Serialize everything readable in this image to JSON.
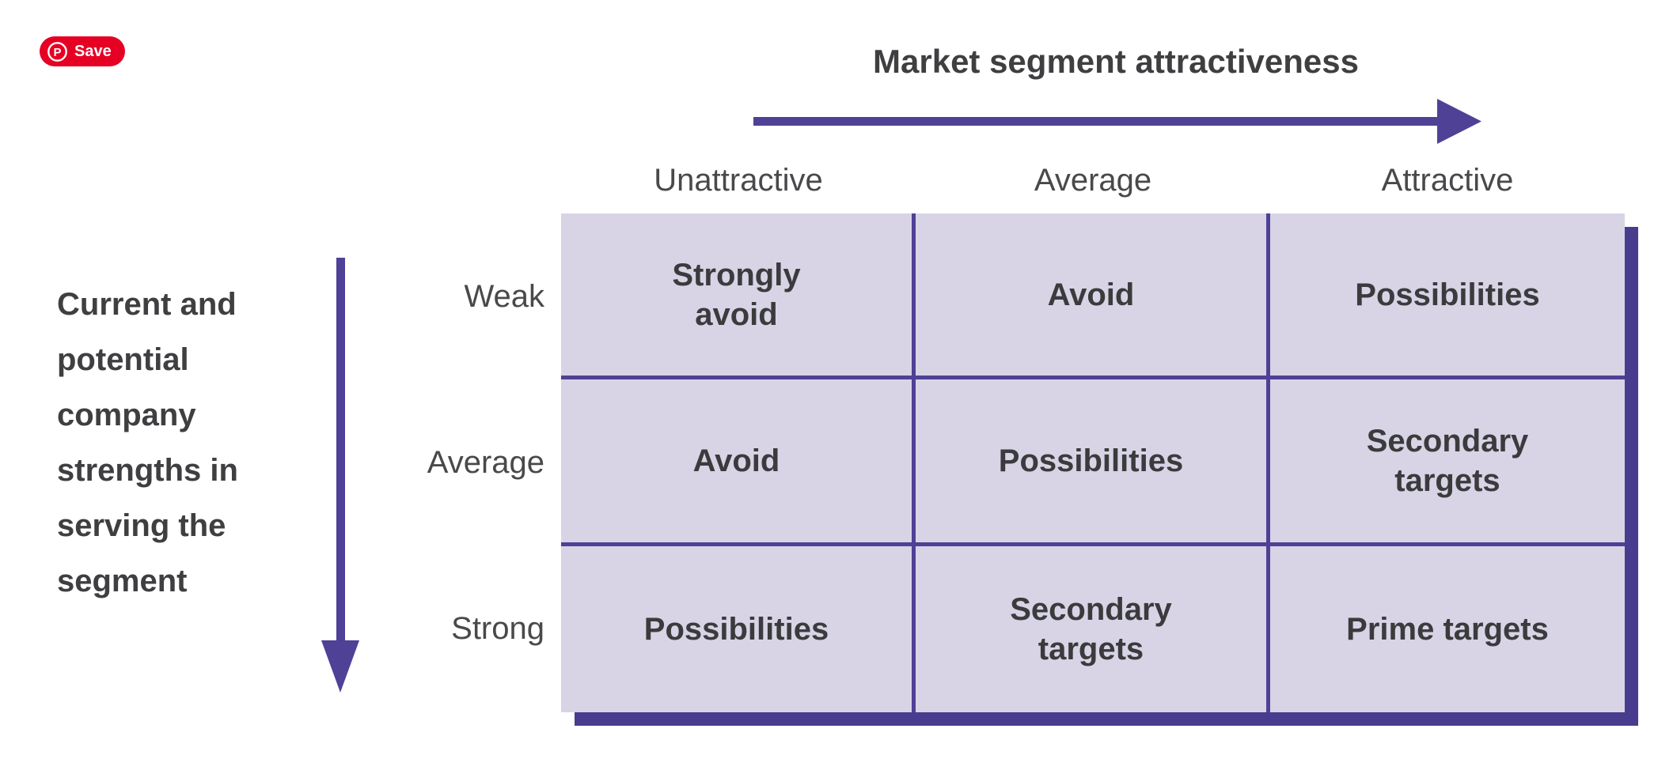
{
  "pinterest": {
    "save_label": "Save",
    "brand_color": "#e60023"
  },
  "matrix": {
    "x_axis": {
      "title": "Market segment attractiveness",
      "categories": [
        "Unattractive",
        "Average",
        "Attractive"
      ]
    },
    "y_axis": {
      "title": "Current and\npotential\ncompany\nstrengths in\nserving the\nsegment",
      "categories": [
        "Weak",
        "Average",
        "Strong"
      ]
    },
    "cells": [
      [
        "Strongly\navoid",
        "Avoid",
        "Possibilities"
      ],
      [
        "Avoid",
        "Possibilities",
        "Secondary\ntargets"
      ],
      [
        "Possibilities",
        "Secondary\ntargets",
        "Prime targets"
      ]
    ],
    "colors": {
      "cell_fill": "#d8d4e6",
      "divider": "#4e4196",
      "shadow": "#473c8e",
      "arrow": "#4e4196",
      "text": "#3b3b3d"
    }
  }
}
